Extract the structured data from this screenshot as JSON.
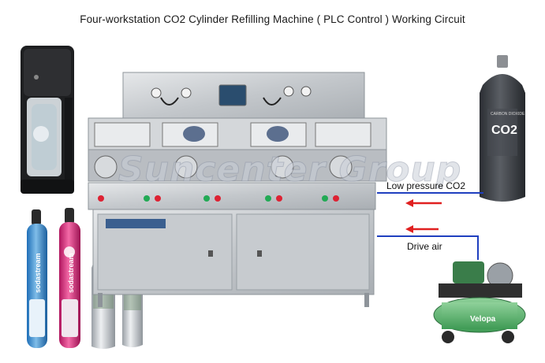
{
  "title": "Four-workstation CO2 Cylinder Refilling Machine ( PLC Control ) Working Circuit",
  "labels": {
    "low_pressure": "Low pressure CO2",
    "drive_air": "Drive air"
  },
  "watermark": "Suncenter Group",
  "cylinder_label": {
    "brand": "CARBON DIOXIDE",
    "formula": "CO2"
  },
  "bottles": {
    "left": "sodastream",
    "right": "sodastream"
  },
  "compressor_brand": "Velopa",
  "colors": {
    "line_blue": "#1f3fbf",
    "arrow_red": "#e02020",
    "steel": "#c9ccd0",
    "cylinder_dark": "#3a3d42"
  }
}
